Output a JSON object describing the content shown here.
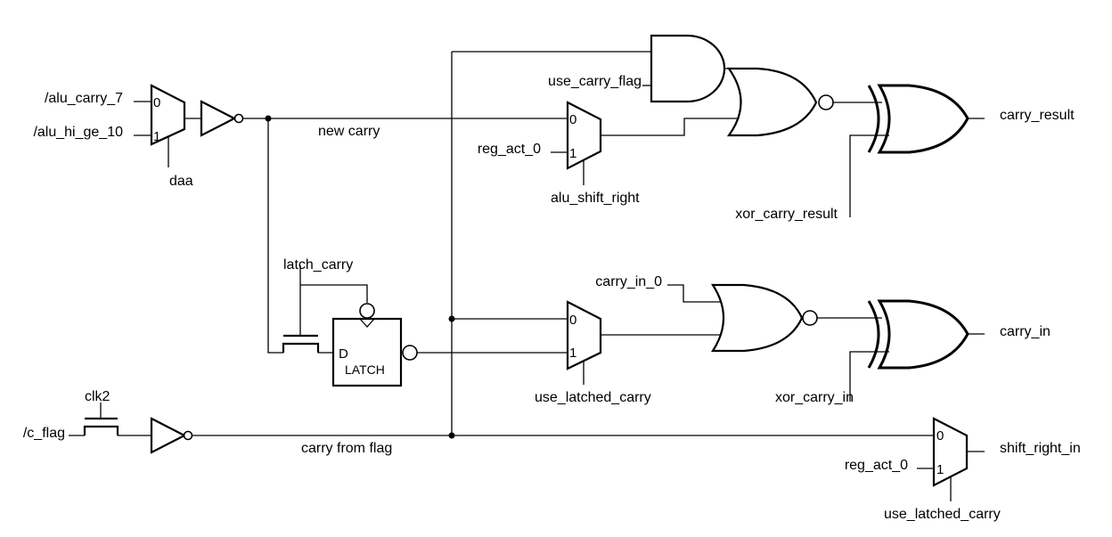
{
  "diagram": {
    "title": "",
    "inputs": {
      "alu_carry_7": "/alu_carry_7",
      "alu_hi_ge_10": "/alu_hi_ge_10",
      "daa": "daa",
      "c_flag": "/c_flag",
      "clk2": "clk2",
      "latch_carry": "latch_carry",
      "use_carry_flag": "use_carry_flag",
      "reg_act_0_top": "reg_act_0",
      "alu_shift_right": "alu_shift_right",
      "xor_carry_result": "xor_carry_result",
      "carry_in_0": "carry_in_0",
      "use_latched_carry_mid": "use_latched_carry",
      "xor_carry_in": "xor_carry_in",
      "reg_act_0_bottom": "reg_act_0",
      "use_latched_carry_bottom": "use_latched_carry"
    },
    "nets": {
      "new_carry": "new carry",
      "carry_from_flag": "carry from flag"
    },
    "outputs": {
      "carry_result": "carry_result",
      "carry_in": "carry_in",
      "shift_right_in": "shift_right_in"
    },
    "mux_pins": {
      "zero": "0",
      "one": "1"
    },
    "latch": {
      "d_pin": "D",
      "name": "LATCH"
    },
    "components": [
      {
        "type": "mux",
        "id": "daa-mux",
        "select": "daa"
      },
      {
        "type": "inverter",
        "id": "new-carry-inverter"
      },
      {
        "type": "mux",
        "id": "shift-right-mux",
        "select": "alu_shift_right"
      },
      {
        "type": "and",
        "id": "use-carry-flag-and"
      },
      {
        "type": "nor",
        "id": "carry-result-nor"
      },
      {
        "type": "xor",
        "id": "carry-result-xor"
      },
      {
        "type": "pass-transistor",
        "id": "latch-pass-gate",
        "gate": "latch_carry"
      },
      {
        "type": "d-latch",
        "id": "carry-latch"
      },
      {
        "type": "mux",
        "id": "latched-carry-mux",
        "select": "use_latched_carry"
      },
      {
        "type": "nor",
        "id": "carry-in-nor"
      },
      {
        "type": "xor",
        "id": "carry-in-xor"
      },
      {
        "type": "pass-transistor",
        "id": "clk2-pass-gate",
        "gate": "clk2"
      },
      {
        "type": "inverter",
        "id": "c-flag-inverter"
      },
      {
        "type": "mux",
        "id": "shift-right-in-mux",
        "select": "use_latched_carry"
      }
    ]
  }
}
